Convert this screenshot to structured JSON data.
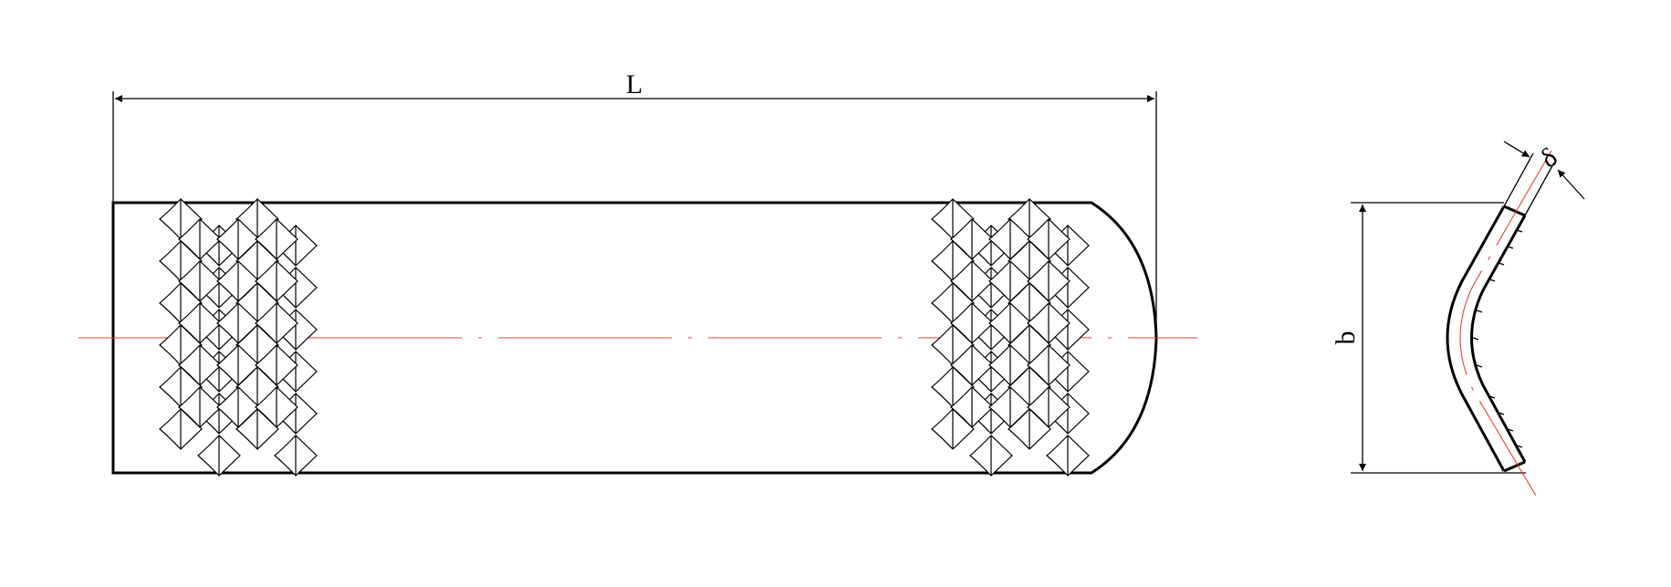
{
  "labels": {
    "length": "L",
    "width": "b",
    "thickness": "δ"
  },
  "colors": {
    "outline": "#000000",
    "centerline": "#e8403a",
    "background": "#ffffff"
  }
}
